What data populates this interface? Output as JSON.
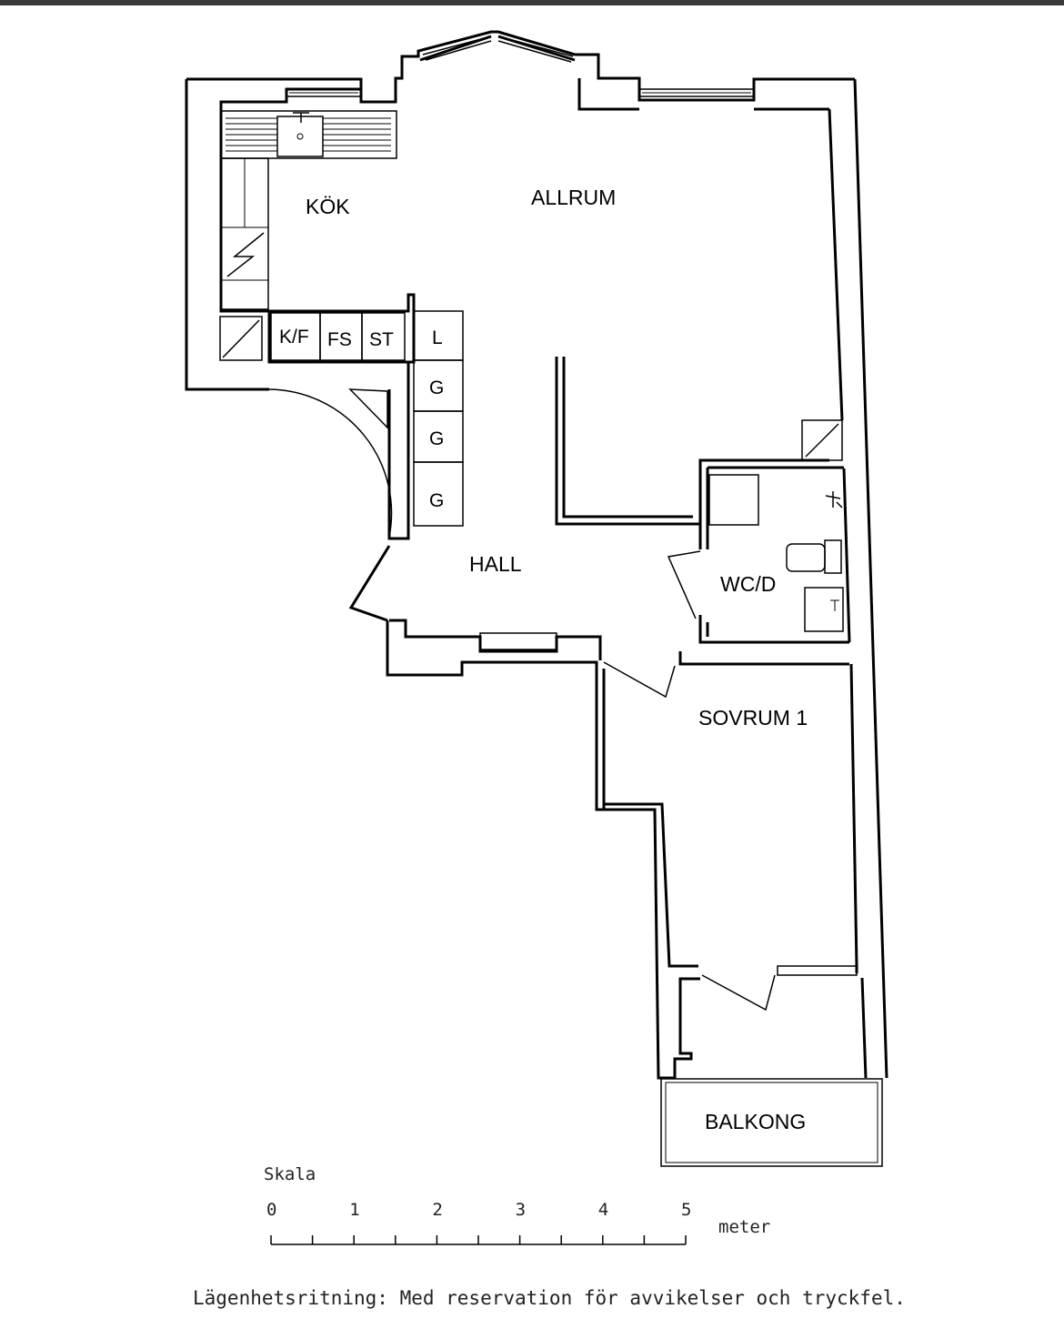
{
  "plan": {
    "rooms": {
      "kok": "KÖK",
      "allrum": "ALLRUM",
      "hall": "HALL",
      "wcd": "WC/D",
      "sovrum": "SOVRUM 1",
      "balkong": "BALKONG"
    },
    "appliances": {
      "kf": "K/F",
      "fs": "FS",
      "st": "ST",
      "l": "L",
      "g1": "G",
      "g2": "G",
      "g3": "G"
    }
  },
  "scale": {
    "title": "Skala",
    "ticks": [
      "0",
      "1",
      "2",
      "3",
      "4",
      "5"
    ],
    "unit": "meter"
  },
  "disclaimer": "Lägenhetsritning: Med reservation för avvikelser och tryckfel."
}
